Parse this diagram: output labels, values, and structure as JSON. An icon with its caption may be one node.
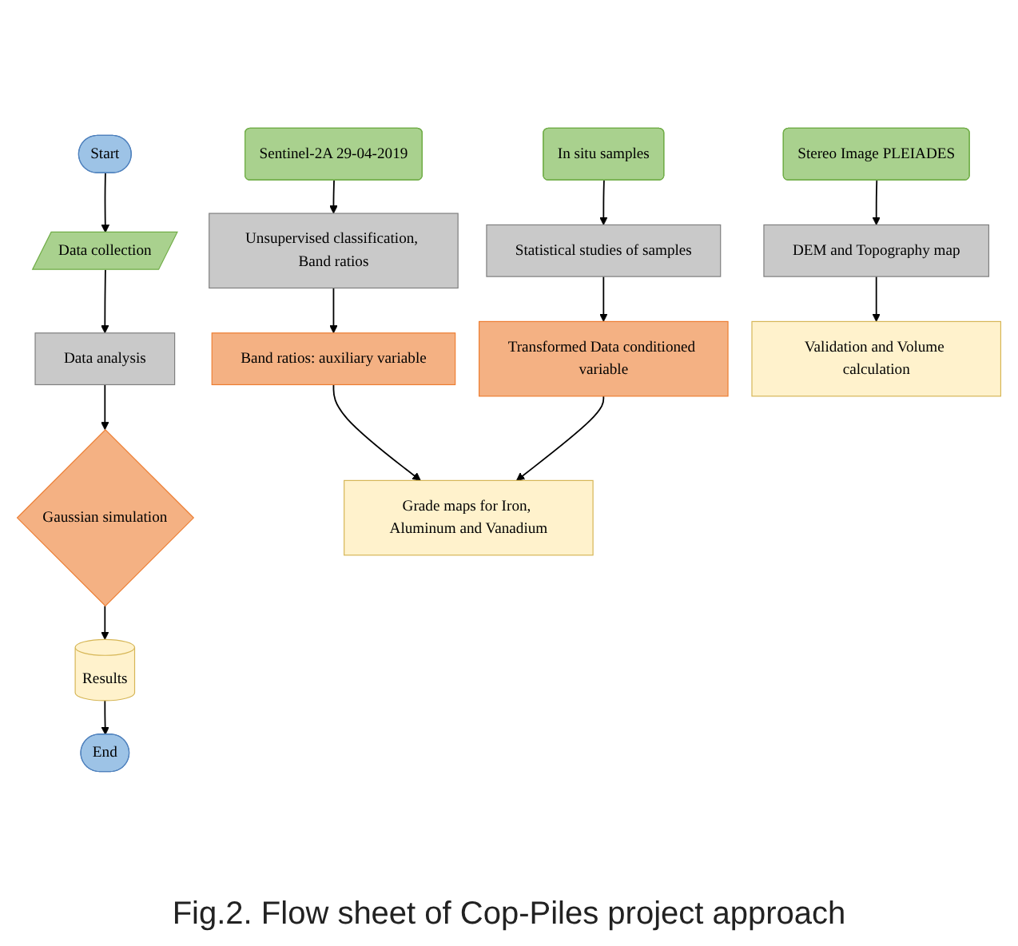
{
  "diagram": {
    "caption": "Fig.2. Flow sheet of Cop-Piles project approach",
    "nodes": [
      {
        "text": [
          "Start"
        ]
      },
      {
        "text": [
          "Data collection"
        ]
      },
      {
        "text": [
          "Data analysis"
        ]
      },
      {
        "text": [
          "Gaussian simulation"
        ]
      },
      {
        "text": [
          "Results"
        ]
      },
      {
        "text": [
          "End"
        ]
      },
      {
        "text": [
          "Sentinel-2A 29-04-2019"
        ]
      },
      {
        "text": [
          "In situ samples"
        ]
      },
      {
        "text": [
          "Stereo Image PLEIADES"
        ]
      },
      {
        "text": [
          "Unsupervised classification, Band ratios"
        ]
      },
      {
        "text": [
          "Statistical studies of samples"
        ]
      },
      {
        "text": [
          "DEM and Topography map"
        ]
      },
      {
        "text": [
          "Band ratios: auxiliary variable"
        ]
      },
      {
        "text": [
          "Transformed Data conditioned variable"
        ]
      },
      {
        "text": [
          "Grade maps for Iron, Aluminum and Vanadium"
        ]
      },
      {
        "text": [
          "Validation and Volume calculation"
        ]
      }
    ],
    "edges": [
      {
        "from": 0,
        "to": 1,
        "arrow": "to"
      },
      {
        "from": 1,
        "to": 2,
        "arrow": "to"
      },
      {
        "from": 2,
        "to": 3,
        "arrow": "to"
      },
      {
        "from": 3,
        "to": 4,
        "arrow": "to"
      },
      {
        "from": 4,
        "to": 5,
        "arrow": "to"
      },
      {
        "from": 6,
        "to": 9,
        "arrow": "to"
      },
      {
        "from": 9,
        "to": 12,
        "arrow": "to"
      },
      {
        "from": 7,
        "to": 10,
        "arrow": "to"
      },
      {
        "from": 10,
        "to": 13,
        "arrow": "to"
      },
      {
        "from": 12,
        "to": 14,
        "arrow": "to"
      },
      {
        "from": 13,
        "to": 14,
        "arrow": "to"
      },
      {
        "from": 8,
        "to": 11,
        "arrow": "to"
      },
      {
        "from": 11,
        "to": 15,
        "arrow": "to"
      }
    ]
  }
}
